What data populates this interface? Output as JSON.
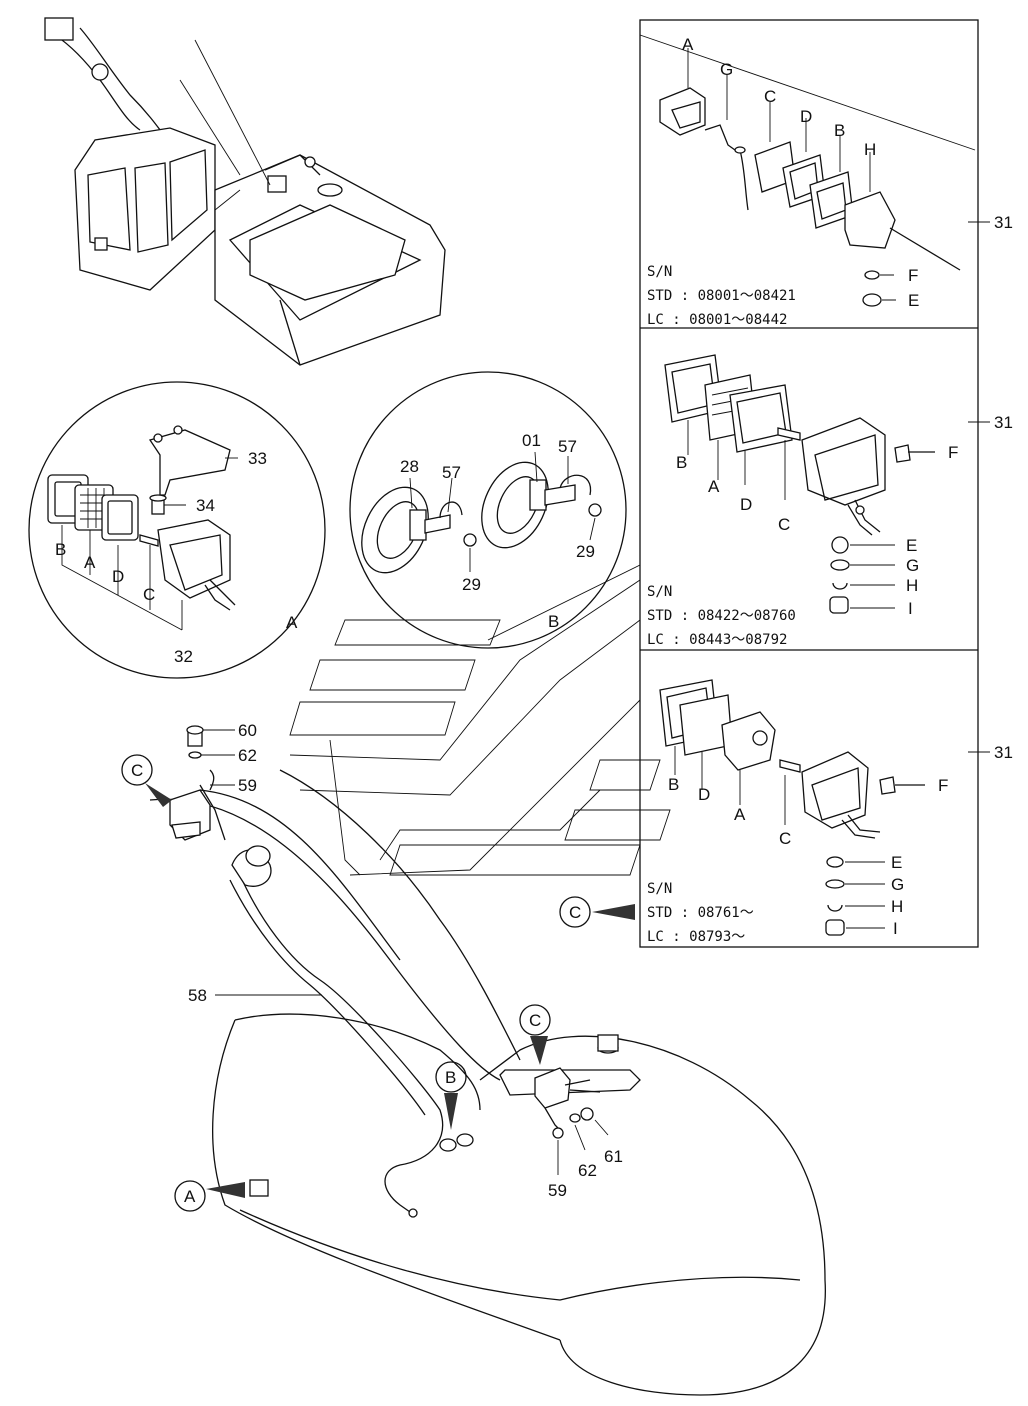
{
  "panels": [
    {
      "id": "panel-1",
      "part_number": "31",
      "letters": {
        "A": "A",
        "B": "B",
        "C": "C",
        "D": "D",
        "E": "E",
        "F": "F",
        "G": "G",
        "H": "H"
      },
      "sn_title": "S/N",
      "sn_lines": [
        "STD : 08001～08421",
        "LC  : 08001～08442"
      ]
    },
    {
      "id": "panel-2",
      "part_number": "31",
      "letters": {
        "A": "A",
        "B": "B",
        "C": "C",
        "D": "D",
        "E": "E",
        "F": "F",
        "G": "G",
        "H": "H",
        "I": "I"
      },
      "sn_title": "S/N",
      "sn_lines": [
        "STD : 08422～08760",
        "LC  : 08443～08792"
      ]
    },
    {
      "id": "panel-3",
      "part_number": "31",
      "letters": {
        "A": "A",
        "B": "B",
        "C": "C",
        "D": "D",
        "E": "E",
        "F": "F",
        "G": "G",
        "H": "H",
        "I": "I"
      },
      "sn_title": "S/N",
      "sn_lines": [
        "STD : 08761～",
        "LC  : 08793～"
      ],
      "callout": "C"
    }
  ],
  "detail_a": {
    "label": "A",
    "parts": {
      "p32": "32",
      "p33": "33",
      "p34": "34",
      "B": "B",
      "A": "A",
      "D": "D",
      "C": "C"
    }
  },
  "detail_b": {
    "label": "B",
    "parts": {
      "p28": "28",
      "p57a": "57",
      "p29a": "29",
      "p01": "01",
      "p57b": "57",
      "p29b": "29"
    }
  },
  "main_parts": {
    "p60": "60",
    "p62a": "62",
    "p59a": "59",
    "p58": "58",
    "p59b": "59",
    "p62b": "62",
    "p61": "61"
  },
  "callouts": {
    "c_top": "C",
    "c_mid": "C",
    "b": "B",
    "a": "A"
  }
}
